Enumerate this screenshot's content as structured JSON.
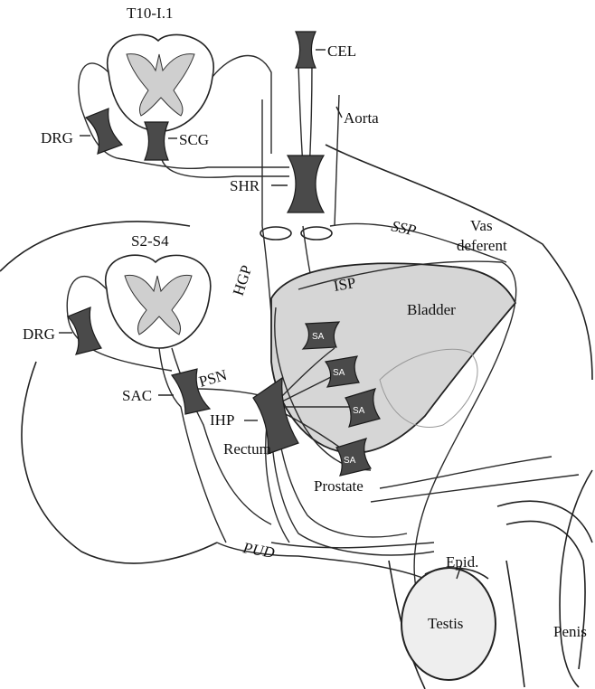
{
  "labels": {
    "t10": "T10-I.1",
    "cel": "CEL",
    "aorta": "Aorta",
    "drg_top": "DRG",
    "scg": "SCG",
    "shr": "SHR",
    "ssp": "SSP",
    "vas": "Vas",
    "deferent": "deferent",
    "s2s4": "S2-S4",
    "hgp": "HGP",
    "isp": "ISP",
    "bladder": "Bladder",
    "drg_bottom": "DRG",
    "sac": "SAC",
    "psn": "PSN",
    "ihp": "IHP",
    "rectum": "Rectum",
    "prostate": "Prostate",
    "pud": "PUD",
    "epid": "Epid.",
    "testis": "Testis",
    "penis": "Penis",
    "sa": "SA"
  },
  "colors": {
    "ganglion": "#4a4a4a",
    "bladder": "#d6d6d6",
    "grey_matter": "#cfcfcf",
    "testis": "#eeeeee",
    "line": "#222222"
  }
}
